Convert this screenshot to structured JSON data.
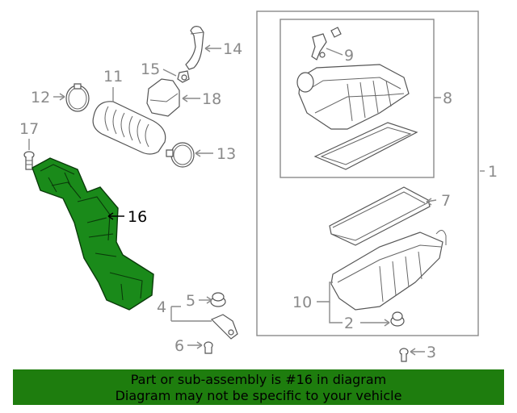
{
  "callouts": {
    "c1": "1",
    "c2": "2",
    "c3": "3",
    "c4": "4",
    "c5": "5",
    "c6": "6",
    "c7": "7",
    "c8": "8",
    "c9": "9",
    "c10": "10",
    "c11": "11",
    "c12": "12",
    "c13": "13",
    "c14": "14",
    "c15": "15",
    "c16": "16",
    "c17": "17",
    "c18": "18"
  },
  "highlighted_part": "16",
  "colors": {
    "highlight": "#1a8a1a",
    "banner": "#1e7d0e",
    "callout": "#8a8a8a"
  },
  "banner": {
    "line1": "Part or sub-assembly is #16 in diagram",
    "line2": "Diagram may not be specific to your vehicle"
  }
}
